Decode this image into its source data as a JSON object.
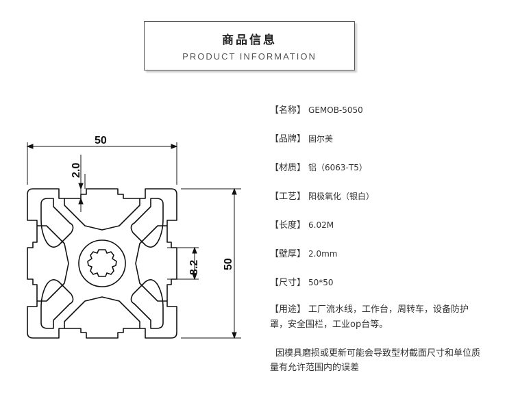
{
  "header": {
    "title": "商品信息",
    "subtitle": "PRODUCT INFORMATION"
  },
  "drawing": {
    "dim_width": "50",
    "dim_height": "50",
    "dim_wall": "2.0",
    "dim_slot": "8.2"
  },
  "specs": [
    {
      "label": "【名称】",
      "value": "GEMOB-5050"
    },
    {
      "label": "【品牌】",
      "value": "固尔美"
    },
    {
      "label": "【材质】",
      "value": "铝（6063-T5）"
    },
    {
      "label": "【工艺】",
      "value": "阳极氧化（银白）"
    },
    {
      "label": "【长度】",
      "value": "6.02M"
    },
    {
      "label": "【壁厚】",
      "value": "2.0mm"
    },
    {
      "label": "【尺寸】",
      "value": "50*50"
    },
    {
      "label": "【用途】",
      "value": "工厂流水线，工作台，周转车，设备防护罩，安全围栏，工业op台等。"
    }
  ],
  "note": "因模具磨损或更新可能会导致型材截面尺寸和单位质量有允许范围内的误差"
}
